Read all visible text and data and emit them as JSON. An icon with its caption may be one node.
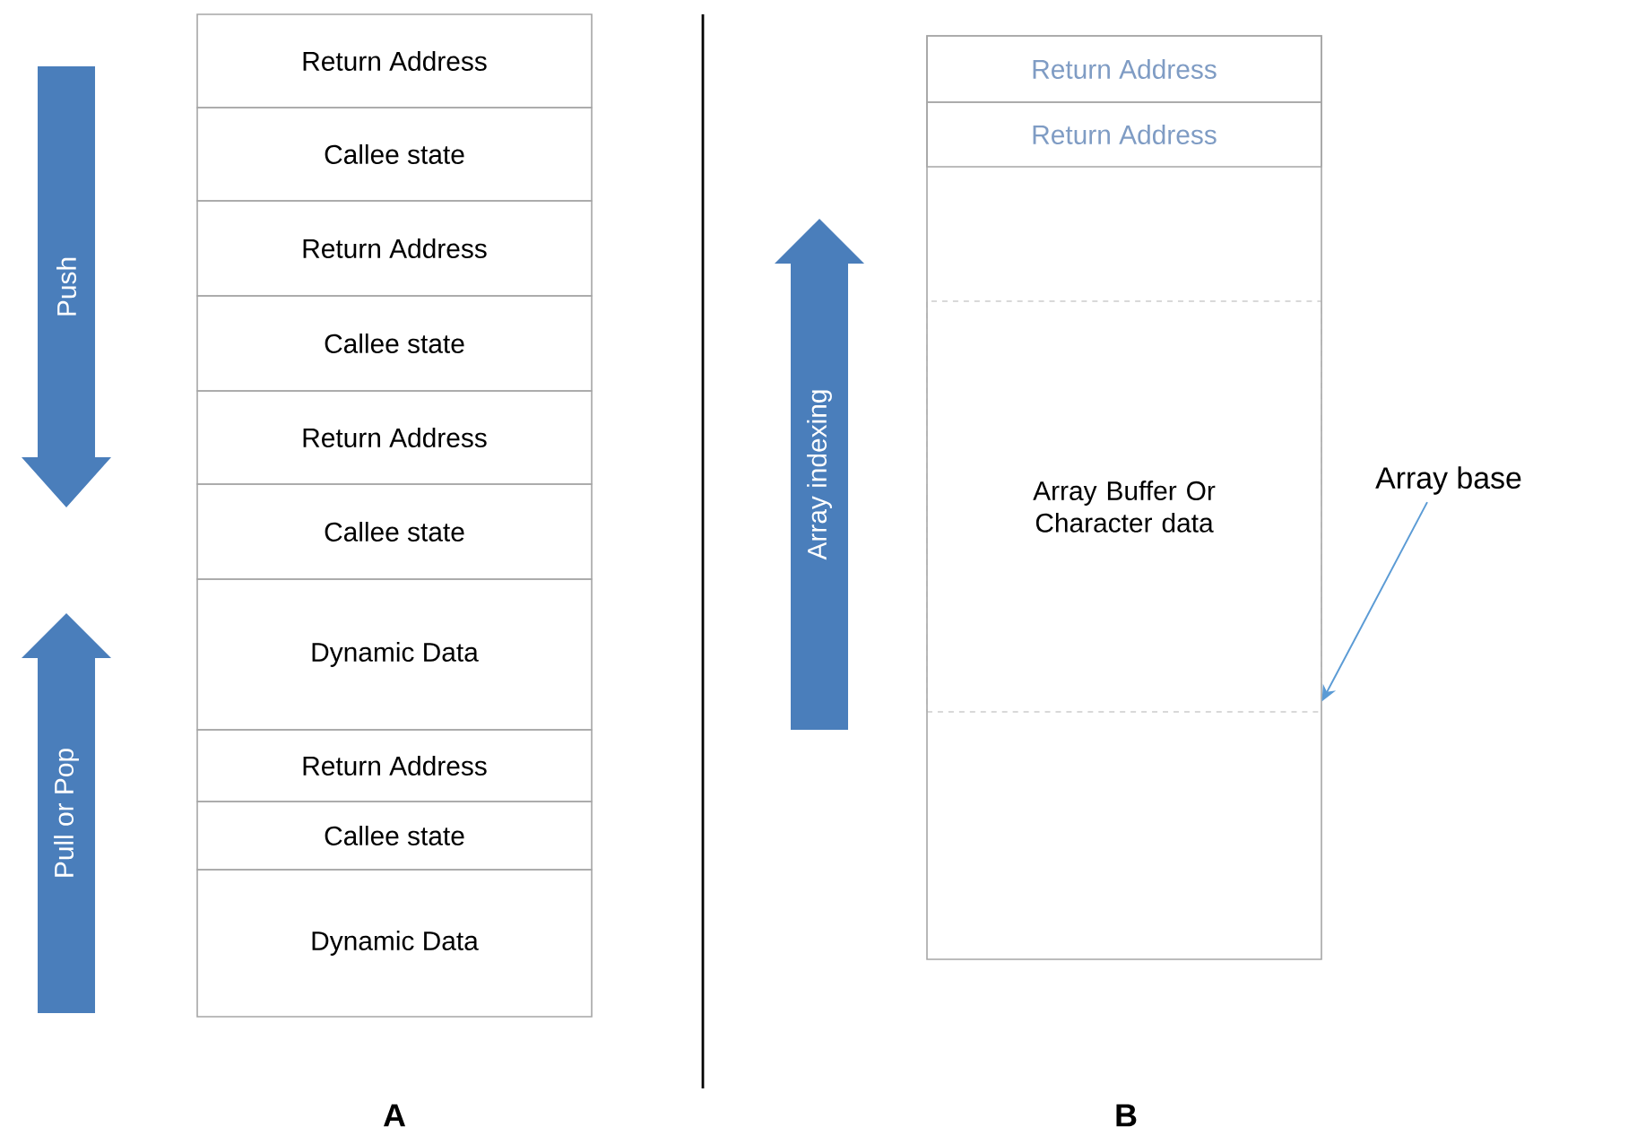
{
  "diagram": {
    "nodes": [
      {
        "text": [
          "Return Address"
        ]
      },
      {
        "text": [
          "Callee state"
        ]
      },
      {
        "text": [
          "Return Address"
        ]
      },
      {
        "text": [
          "Callee state"
        ]
      },
      {
        "text": [
          "Return Address"
        ]
      },
      {
        "text": [
          "Callee state"
        ]
      },
      {
        "text": [
          "Dynamic Data"
        ]
      },
      {
        "text": [
          "Return Address"
        ]
      },
      {
        "text": [
          "Callee state"
        ]
      },
      {
        "text": [
          "Dynamic Data"
        ]
      },
      {
        "text": [
          "Push"
        ]
      },
      {
        "text": [
          "Pull or Pop"
        ]
      },
      {
        "text": [
          "Array indexing"
        ]
      },
      {
        "text": [
          "Return Address"
        ]
      },
      {
        "text": [
          "Return Address"
        ]
      },
      {
        "text": [
          "Array Buffer Or Character data"
        ]
      },
      {
        "text": [
          "Array base"
        ]
      }
    ],
    "edges": [
      {
        "from": 16,
        "to": 15,
        "arrow": "to"
      }
    ],
    "labels": [
      "A",
      "B"
    ]
  }
}
